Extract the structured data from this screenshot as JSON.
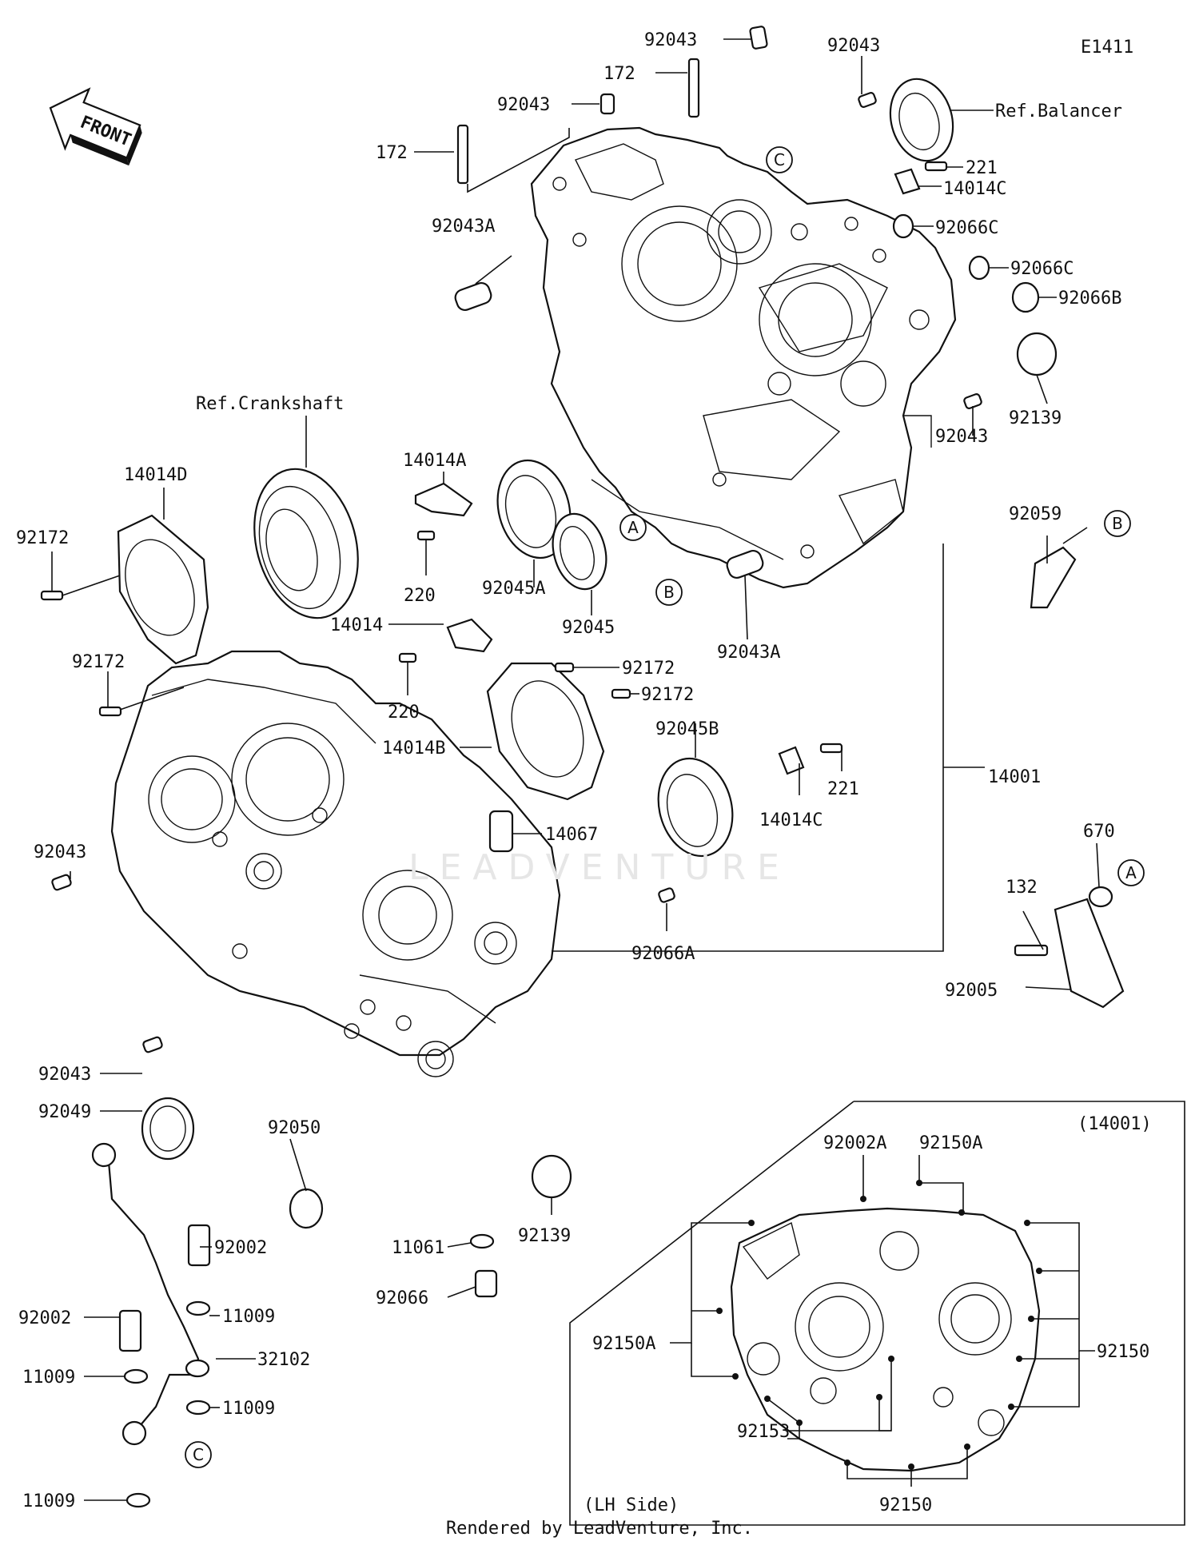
{
  "diagram_id": "E1411",
  "front_label": "FRONT",
  "watermark": "LEADVENTURE",
  "footer": "Rendered by LeadVenture, Inc.",
  "inset": {
    "title": "(14001)",
    "side": "(LH Side)"
  },
  "labels": [
    "92043",
    "172",
    "92043",
    "172",
    "92043",
    "Ref.Balancer",
    "221",
    "14014C",
    "92043A",
    "92066C",
    "92066C",
    "92066B",
    "92139",
    "92043",
    "Ref.Crankshaft",
    "14014A",
    "14014D",
    "92172",
    "220",
    "92045A",
    "92045",
    "92043A",
    "92059",
    "14014",
    "220",
    "92172",
    "92172",
    "92172",
    "14014B",
    "92045B",
    "221",
    "14014C",
    "14001",
    "14067",
    "92043",
    "670",
    "132",
    "92066A",
    "92005",
    "92043",
    "92049",
    "92050",
    "92002",
    "11009",
    "92002",
    "32102",
    "11009",
    "11009",
    "11061",
    "92139",
    "92066",
    "11009",
    "92002A",
    "92150A",
    "92150",
    "92150A",
    "92153",
    "92150"
  ],
  "callouts": [
    "C",
    "A",
    "B",
    "B",
    "A",
    "C"
  ]
}
